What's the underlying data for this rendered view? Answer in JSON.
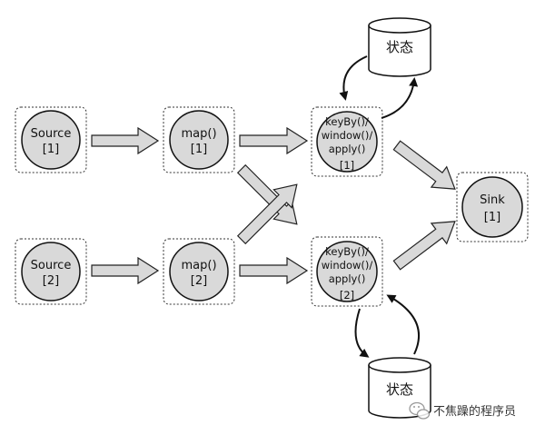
{
  "diagram": {
    "operators": {
      "source1": {
        "name": "Source",
        "index": "[1]"
      },
      "source2": {
        "name": "Source",
        "index": "[2]"
      },
      "map1": {
        "name": "map()",
        "index": "[1]"
      },
      "map2": {
        "name": "map()",
        "index": "[2]"
      },
      "window1": {
        "line1": "keyBy()/",
        "line2": "window()/",
        "line3": "apply()",
        "index": "[1]"
      },
      "window2": {
        "line1": "keyBy()/",
        "line2": "window()/",
        "line3": "apply()",
        "index": "[2]"
      },
      "sink": {
        "name": "Sink",
        "index": "[1]"
      }
    },
    "state_top": "状态",
    "state_bottom": "状态"
  },
  "watermark": {
    "text": "不焦躁的程序员",
    "icon": "wechat-icon"
  },
  "colors": {
    "node_fill": "#d9d9d9",
    "arrow_fill": "#d9d9d9",
    "stroke": "#222222",
    "box_border": "#333333"
  }
}
